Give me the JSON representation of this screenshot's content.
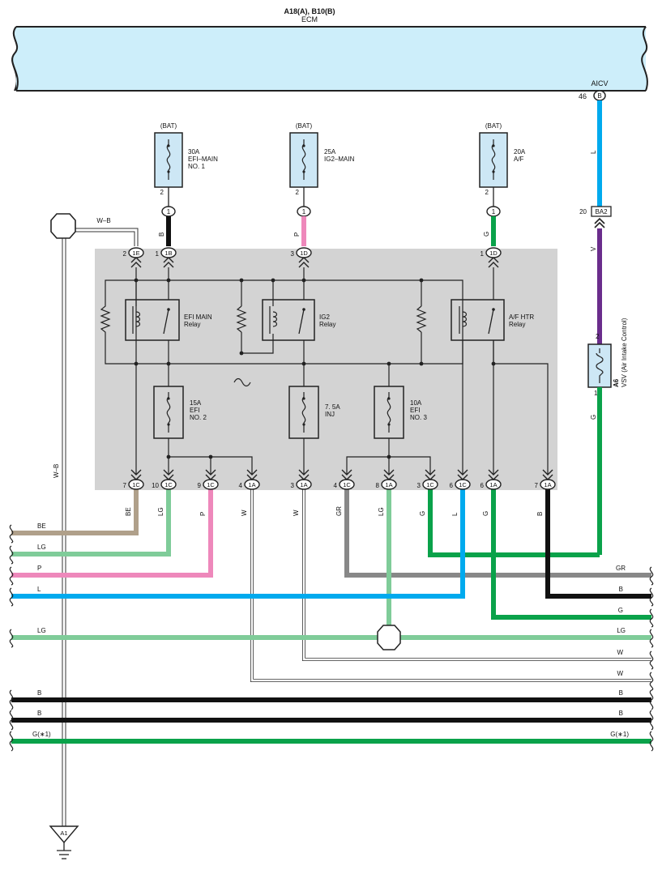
{
  "ecm": {
    "code": "A18(A), B10(B)",
    "name": "ECM",
    "pin_name": "AICV",
    "pin_no": "46",
    "pin_conn": "B"
  },
  "colors": {
    "B": "#111111",
    "P": "#ee88bb",
    "G": "#0aa24a",
    "L": "#00aaee",
    "V": "#6a2d8c",
    "LG": "#7fcc99",
    "BE": "#b0a08a",
    "GR": "#888888",
    "W": "#ffffff",
    "wire_outline": "#333333",
    "ecm_fill": "#cdeefa",
    "component_fill": "#cde7f5",
    "jb_fill": "#d3d3d3"
  },
  "fuses_top": [
    {
      "bat": "(BAT)",
      "amp": "30A",
      "name1": "EFI–MAIN",
      "name2": "NO. 1",
      "pin": "2",
      "conn": "1",
      "wire": "B"
    },
    {
      "bat": "(BAT)",
      "amp": "25A",
      "name1": "IG2–MAIN",
      "name2": "",
      "pin": "2",
      "conn": "1",
      "wire": "P"
    },
    {
      "bat": "(BAT)",
      "amp": "20A",
      "name1": "A/F",
      "name2": "",
      "pin": "2",
      "conn": "1",
      "wire": "G"
    }
  ],
  "ground_wire": "W–B",
  "jb_inputs": [
    {
      "pin": "2",
      "conn": "1E"
    },
    {
      "pin": "1",
      "conn": "1B"
    },
    {
      "pin": "3",
      "conn": "1D"
    },
    {
      "pin": "1",
      "conn": "1D"
    }
  ],
  "relays": [
    {
      "name": "EFI MAIN",
      "sub": "Relay"
    },
    {
      "name": "IG2",
      "sub": "Relay"
    },
    {
      "name": "A/F HTR",
      "sub": "Relay"
    }
  ],
  "fuses_inner": [
    {
      "amp": "15A",
      "name1": "EFI",
      "name2": "NO. 2"
    },
    {
      "amp": "7. 5A",
      "name1": "INJ",
      "name2": ""
    },
    {
      "amp": "10A",
      "name1": "EFI",
      "name2": "NO. 3"
    }
  ],
  "jb_outputs": [
    {
      "pin": "7",
      "conn": "1C",
      "wire": "BE"
    },
    {
      "pin": "10",
      "conn": "1C",
      "wire": "LG"
    },
    {
      "pin": "9",
      "conn": "1C",
      "wire": "P"
    },
    {
      "pin": "4",
      "conn": "1A",
      "wire": "W"
    },
    {
      "pin": "3",
      "conn": "1A",
      "wire": "W"
    },
    {
      "pin": "4",
      "conn": "1C",
      "wire": "GR"
    },
    {
      "pin": "8",
      "conn": "1A",
      "wire": "LG"
    },
    {
      "pin": "3",
      "conn": "1C",
      "wire": "G"
    },
    {
      "pin": "6",
      "conn": "1C",
      "wire": "L"
    },
    {
      "pin": "6",
      "conn": "1A",
      "wire": "G"
    },
    {
      "pin": "7",
      "conn": "1A",
      "wire": "B"
    }
  ],
  "vsv": {
    "code": "A6",
    "name": "VSV (Air Intake Control)",
    "pin_top": "2",
    "pin_bottom": "1",
    "wire_top": "V",
    "wire_bottom": "G"
  },
  "ecm_wire": "L",
  "junction": {
    "pin": "20",
    "name": "BA2"
  },
  "left_labels": [
    "BE",
    "LG",
    "P",
    "L",
    "LG",
    "B",
    "B",
    "G(∗1)"
  ],
  "right_labels": [
    "GR",
    "B",
    "G",
    "LG",
    "W",
    "W",
    "B",
    "B",
    "G(∗1)"
  ],
  "ground_point": "A1"
}
